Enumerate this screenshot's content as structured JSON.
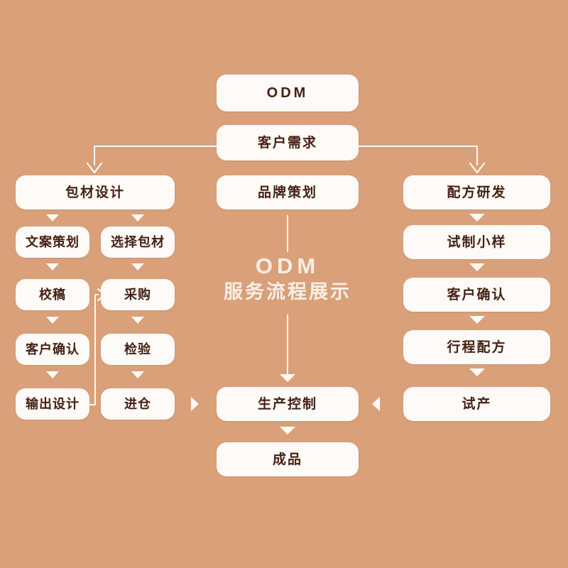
{
  "colors": {
    "background": "#d9a079",
    "card": "#fdfaf7",
    "text": "#462115",
    "headline": "#f8eee6",
    "connector": "#fdfaf7"
  },
  "headline": {
    "line1": "ODM",
    "line2": "服务流程展示"
  },
  "nodes": {
    "root": "ODM",
    "customer_requirement": "客户需求",
    "left_branch": {
      "head": "包材设计",
      "col_a": [
        "文案策划",
        "校稿",
        "客户确认",
        "输出设计"
      ],
      "col_b": [
        "选择包材",
        "采购",
        "检验",
        "进仓"
      ]
    },
    "center_branch": {
      "head": "品牌策划",
      "production_control": "生产控制",
      "finished_goods": "成品"
    },
    "right_branch": {
      "head": "配方研发",
      "steps": [
        "试制小样",
        "客户确认",
        "行程配方",
        "试产"
      ]
    }
  }
}
